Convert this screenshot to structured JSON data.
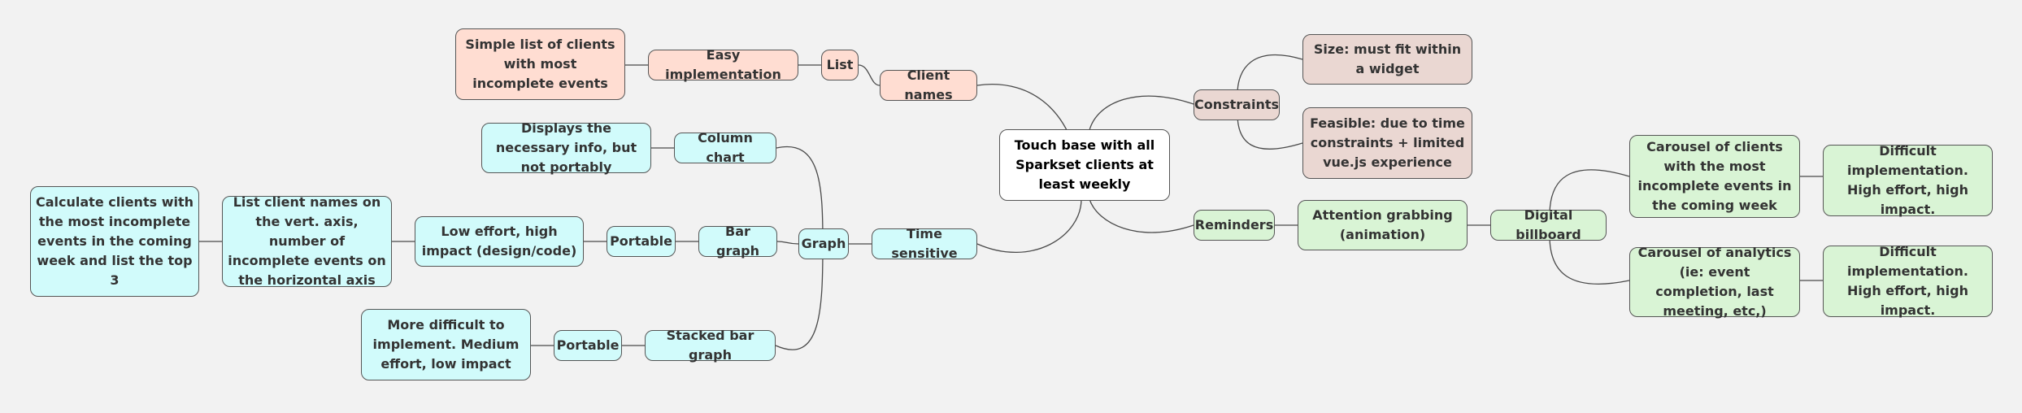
{
  "colors": {
    "background": "#f2f2f2",
    "root": "#ffffff",
    "client_branch": "#ffddd2",
    "graph_branch": "#d1fbfb",
    "constraints_branch": "#ead7d2",
    "reminders_branch": "#d9f4d5",
    "edge": "#4a4a4a"
  },
  "root": {
    "label": "Touch base with all Sparkset clients at least weekly"
  },
  "left": {
    "client_names": {
      "label": "Client names",
      "list": {
        "label": "List",
        "easy_implementation": {
          "label": "Easy implementation",
          "detail": "Simple list of clients with most incomplete events"
        }
      }
    },
    "time_sensitive": {
      "label": "Time sensitive",
      "graph": {
        "label": "Graph",
        "column_chart": {
          "label": "Column chart",
          "detail": "Displays the necessary info, but not portably"
        },
        "bar_graph": {
          "label": "Bar graph",
          "portable": "Portable",
          "low_effort": "Low effort, high impact (design/code)",
          "list_names": "List client names on the vert. axis, number of incomplete events on the horizontal axis",
          "calculate": "Calculate clients with the most incomplete events in the coming week and list the top 3"
        },
        "stacked_bar_graph": {
          "label": "Stacked bar graph",
          "portable": "Portable",
          "detail": "More difficult to implement. Medium effort, low impact"
        }
      }
    }
  },
  "right": {
    "constraints": {
      "label": "Constraints",
      "size": "Size: must fit within a widget",
      "feasible": "Feasible: due to time constraints + limited vue.js experience"
    },
    "reminders": {
      "label": "Reminders",
      "attention": "Attention grabbing (animation)",
      "digital_billboard": {
        "label": "Digital billboard",
        "carousel_clients": "Carousel of clients with the most incomplete events in the coming week",
        "carousel_clients_detail": "Difficult implementation. High effort, high impact.",
        "carousel_analytics": "Carousel of analytics (ie: event completion, last meeting, etc,)",
        "carousel_analytics_detail": "Difficult implementation. High effort, high impact."
      }
    }
  }
}
